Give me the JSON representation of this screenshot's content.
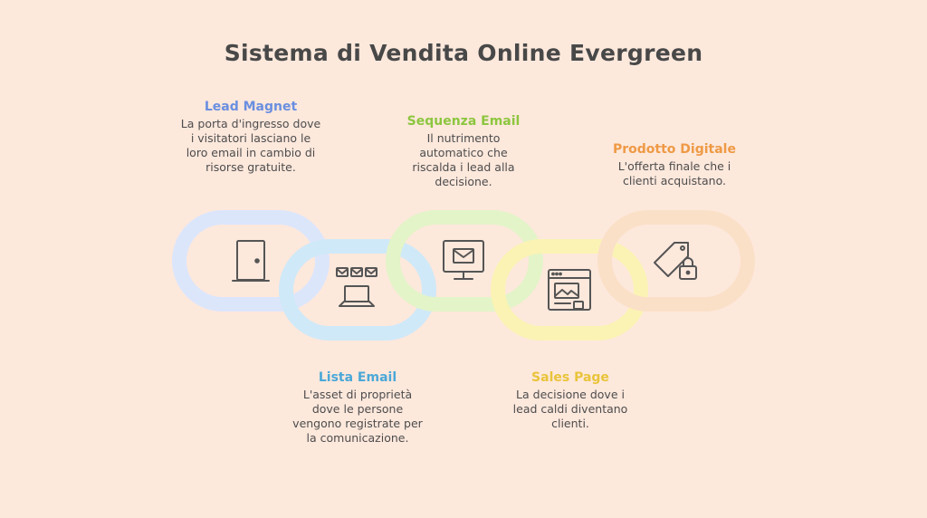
{
  "title": "Sistema di Vendita Online Evergreen",
  "steps": [
    {
      "title": "Lead Magnet",
      "description": "La porta d'ingresso dove i visitatori lasciano le loro email in cambio di risorse gratuite.",
      "color": "#6a8fe0",
      "ring_color": "#dce6fb",
      "icon": "door-icon"
    },
    {
      "title": "Lista Email",
      "description": "L'asset di proprietà dove le persone vengono registrate per la comunicazione.",
      "color": "#4aa8d8",
      "ring_color": "#cfe9f8",
      "icon": "laptop-mail-icon"
    },
    {
      "title": "Sequenza Email",
      "description": "Il nutrimento automatico che riscalda i lead alla decisione.",
      "color": "#8cc63f",
      "ring_color": "#e3f4c8",
      "icon": "monitor-mail-icon"
    },
    {
      "title": "Sales Page",
      "description": "La decisione dove i lead caldi diventano clienti.",
      "color": "#e9c43a",
      "ring_color": "#fbf3b4",
      "icon": "webpage-icon"
    },
    {
      "title": "Prodotto Digitale",
      "description": "L'offerta finale che i clienti acquistano.",
      "color": "#ee9a45",
      "ring_color": "#fbe0c8",
      "icon": "price-tag-lock-icon"
    }
  ]
}
